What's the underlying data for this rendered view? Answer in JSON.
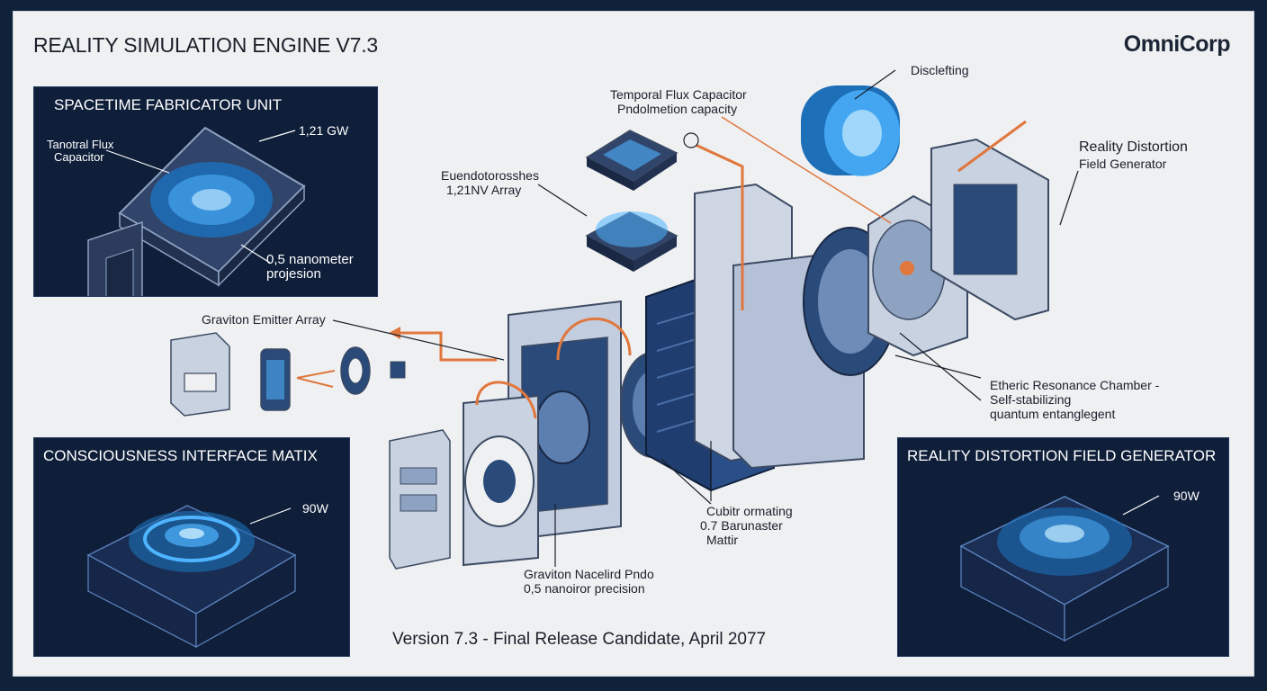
{
  "header": {
    "title": "REALITY SIMULATION ENGINE V7.3",
    "brand": "OmniCorp"
  },
  "panels": {
    "spacetime": {
      "title": "SPACETIME FABRICATOR UNIT",
      "label_left_1": "Tanotral Flux",
      "label_left_2": "Capacitor",
      "power": "1,21 GW",
      "precision_1": "0,5 nanometer",
      "precision_2": "projesion"
    },
    "consciousness": {
      "title": "CONSCIOUSNESS INTERFACE MATIX",
      "power": "90W"
    },
    "distortion": {
      "title": "REALITY DISTORTION FIELD GENERATOR",
      "power": "90W"
    }
  },
  "callouts": {
    "temporal_1": "Temporal Flux Capacitor",
    "temporal_2": "Pndolmetion capacity",
    "disclefting": "Disclefting",
    "euendo_1": "Euendotorosshes",
    "euendo_2": "1,21NV Array",
    "rdf_1": "Reality Distortion",
    "rdf_2": "Field Generator",
    "graviton_emitter": "Graviton Emitter Array",
    "etheric_1": "Etheric Resonance Chamber -",
    "etheric_2": "Self-stabilizing",
    "etheric_3": "quantum entanglegent",
    "cubit_1": "Cubitr ormating",
    "cubit_2": "0.7 Barunaster",
    "cubit_3": "Mattir",
    "graviton_nacelle_1": "Graviton Nacelird Pndo",
    "graviton_nacelle_2": "0,5 nanoiror precision"
  },
  "footer": "Version 7.3 - Final Release Candidate, April 2077",
  "colors": {
    "panel": "#0f1f3a",
    "glow": "#4fb4ff",
    "wire": "#e0773d",
    "metal": "#8ea2c2"
  }
}
